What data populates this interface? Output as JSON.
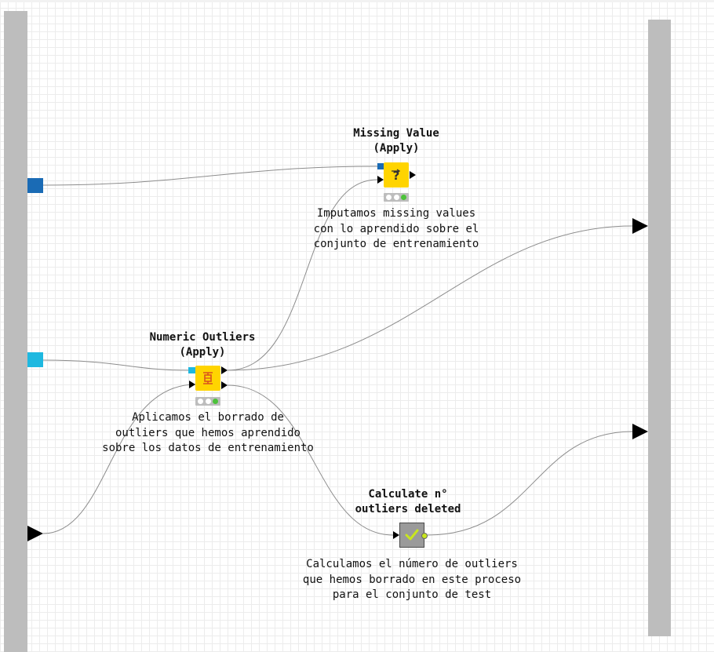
{
  "workflow": {
    "nodes": [
      {
        "id": "missing_value_apply",
        "title": "Missing Value\n(Apply)",
        "description": "Imputamos missing values\ncon lo aprendido sobre el\nconjunto de entrenamiento",
        "icon": "missing-value-icon",
        "status": "executed"
      },
      {
        "id": "numeric_outliers_apply",
        "title": "Numeric Outliers\n(Apply)",
        "description": "Aplicamos el borrado de\noutliers que hemos aprendido\nsobre los datos de entrenamiento",
        "icon": "numeric-outliers-icon",
        "status": "executed"
      },
      {
        "id": "calculate_outliers_deleted",
        "title": "Calculate n°\noutliers deleted",
        "description": "Calculamos el número de outliers\nque hemos borrado en este proceso\npara el conjunto de test",
        "icon": "checkmark-icon",
        "status": "configured"
      }
    ]
  },
  "colors": {
    "grid": "#ececec",
    "io_bar": "#bdbdbd",
    "model_port_dark": "#1a6bb5",
    "model_port_light": "#1eb8e0",
    "node_yellow": "#ffd400",
    "node_gray": "#9a9a9a",
    "connection": "#8c8c8c",
    "status_green": "#4cc23a"
  }
}
